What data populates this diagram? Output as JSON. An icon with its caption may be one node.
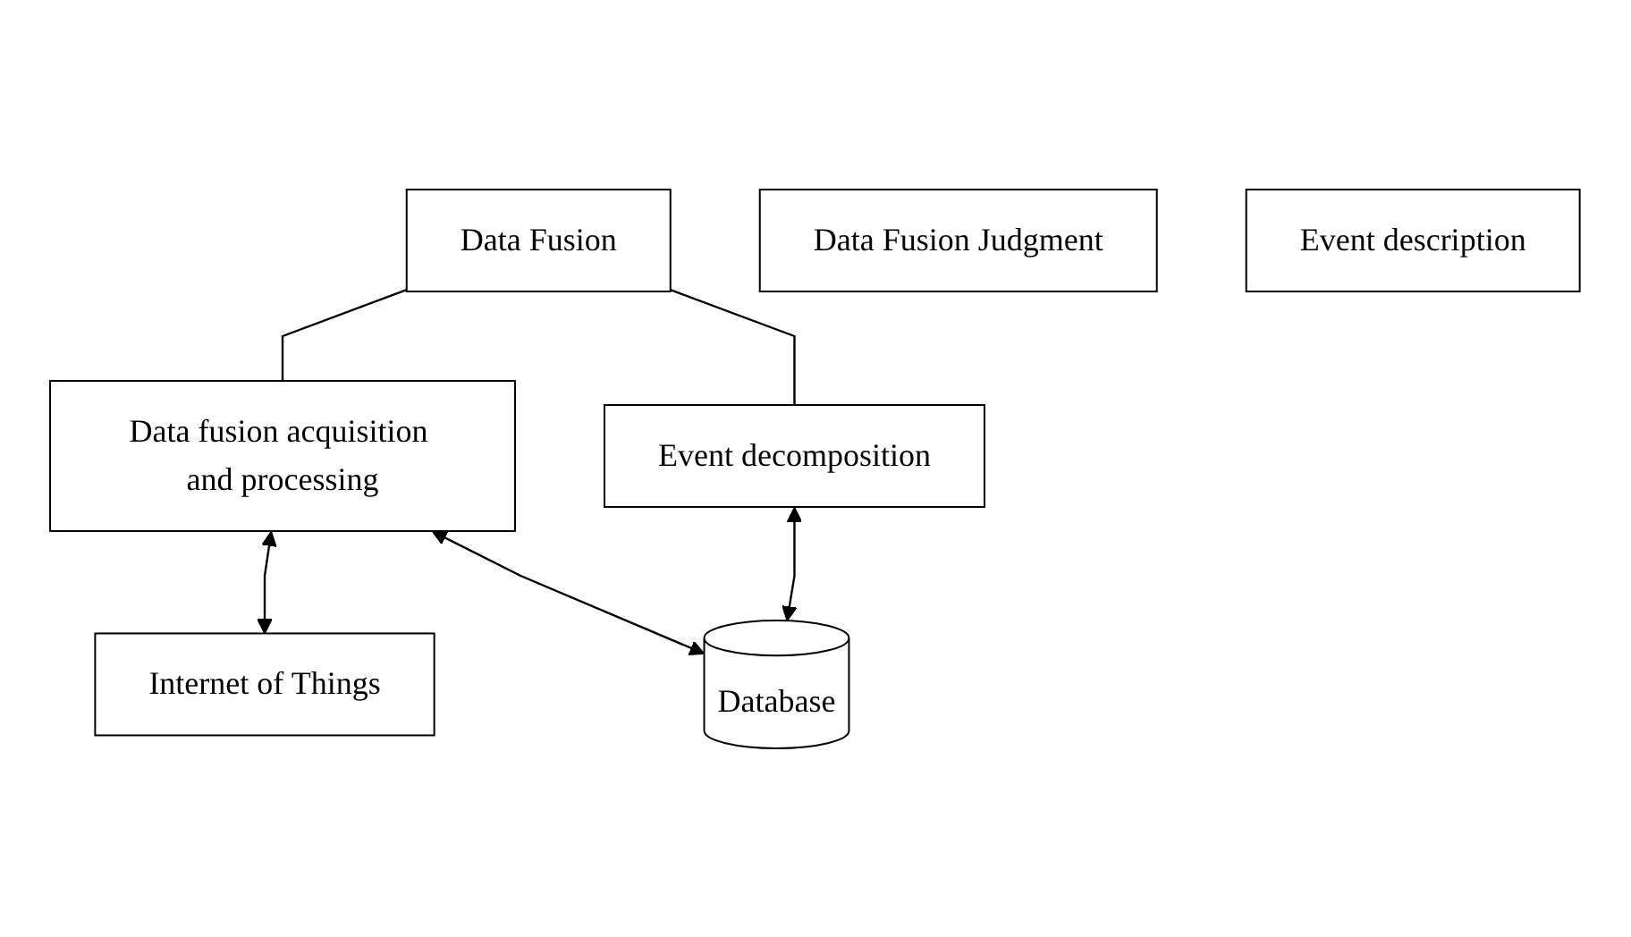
{
  "diagram": {
    "nodes": [
      {
        "text": [
          "Data Fusion"
        ]
      },
      {
        "text": [
          "Data fusion acquisition and processing"
        ]
      },
      {
        "text": [
          "Data Fusion Judgment"
        ]
      },
      {
        "text": [
          "Event description"
        ]
      },
      {
        "text": [
          "Event decomposition"
        ]
      },
      {
        "text": [
          "Internet of Things"
        ]
      },
      {
        "text": [
          "Database"
        ]
      }
    ],
    "edges": [
      {
        "from": 0,
        "to": 1,
        "arrow": "none"
      },
      {
        "from": 0,
        "to": 4,
        "arrow": "none"
      },
      {
        "from": 1,
        "to": 5,
        "arrow": "both"
      },
      {
        "from": 1,
        "to": 6,
        "arrow": "both"
      },
      {
        "from": 4,
        "to": 6,
        "arrow": "both"
      }
    ]
  }
}
